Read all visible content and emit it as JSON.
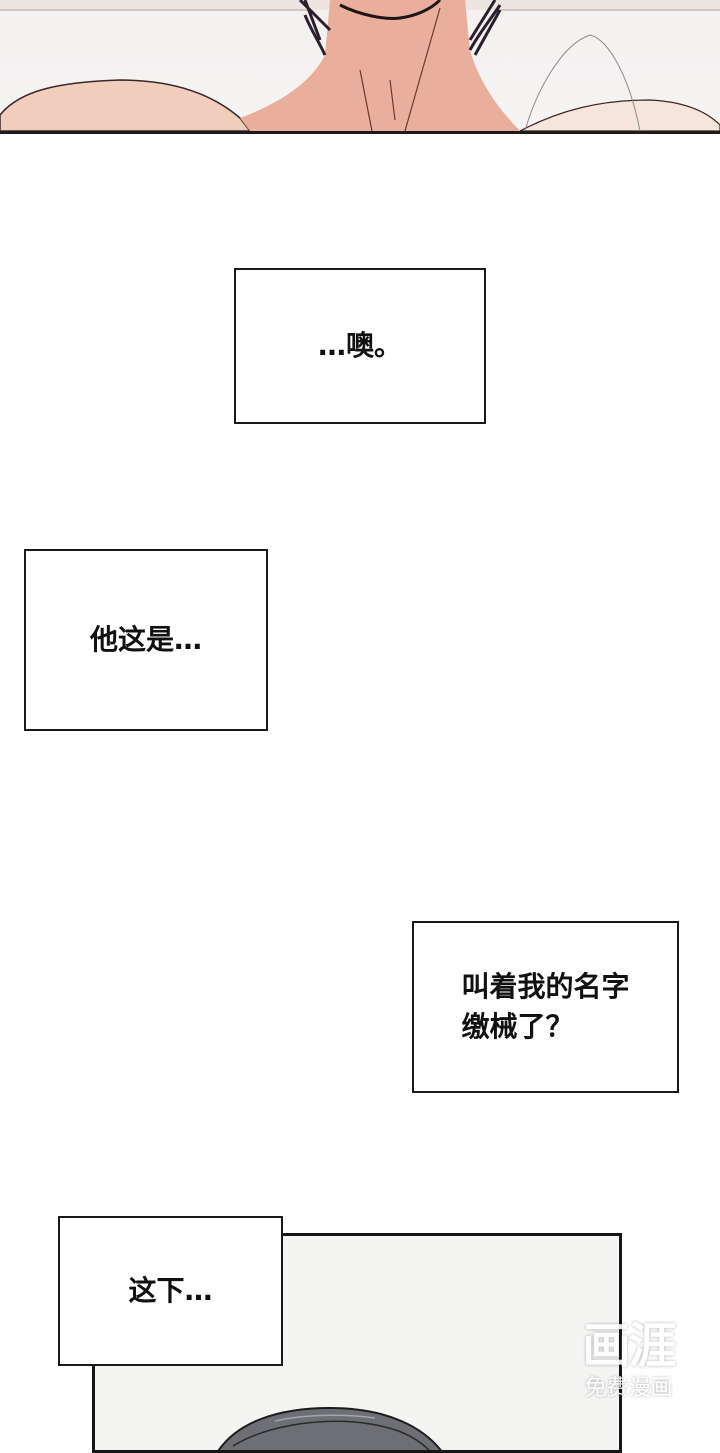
{
  "panels": {
    "top": {
      "description": "Illustrated comic panel: shirtless man's neck and shoulders with dark hair",
      "colors": {
        "skin": "#e9b3a3",
        "hair": "#2a1f2a",
        "background": "#f4f2f1"
      }
    },
    "bottom": {
      "description": "Illustrated comic panel: top of a dark grey-haired head",
      "colors": {
        "hair": "#6d6f75",
        "background": "#f2f2f1"
      }
    }
  },
  "captions": [
    {
      "id": "caption-1",
      "text": "…噢。"
    },
    {
      "id": "caption-2",
      "text": "他这是…"
    },
    {
      "id": "caption-3",
      "text": "叫着我的名字\n缴械了？"
    },
    {
      "id": "caption-4",
      "text": "这下…"
    }
  ],
  "watermark": {
    "logo": "画涯",
    "subtitle": "免费漫画"
  }
}
